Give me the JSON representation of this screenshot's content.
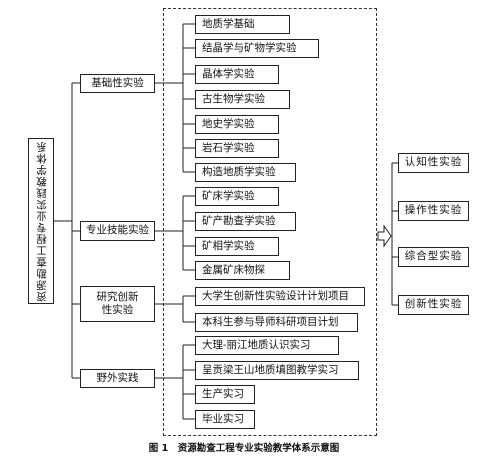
{
  "root_label": "资源勘查工程专业实践教学体系",
  "categories": [
    {
      "label": "基础性实验"
    },
    {
      "label": "专业技能实验"
    },
    {
      "label": "研究创新\n性实验"
    },
    {
      "label": "野外实践"
    }
  ],
  "items": [
    "地质学基础",
    "结晶学与矿物学实验",
    "晶体学实验",
    "古生物学实验",
    "地史学实验",
    "岩石学实验",
    "构造地质学实验",
    "矿床学实验",
    "矿产勘查学实验",
    "矿相学实验",
    "金属矿床物探",
    "大学生创新性实验设计计划项目",
    "本科生参与导师科研项目计划",
    "大理-丽江地质认识实习",
    "呈贡梁王山地质填图教学实习",
    "生产实习",
    "毕业实习"
  ],
  "outcomes": [
    "认知性实验",
    "操作性实验",
    "综合型实验",
    "创新性实验"
  ],
  "caption": "图 1　资源勘查工程专业实验教学体系示意图"
}
